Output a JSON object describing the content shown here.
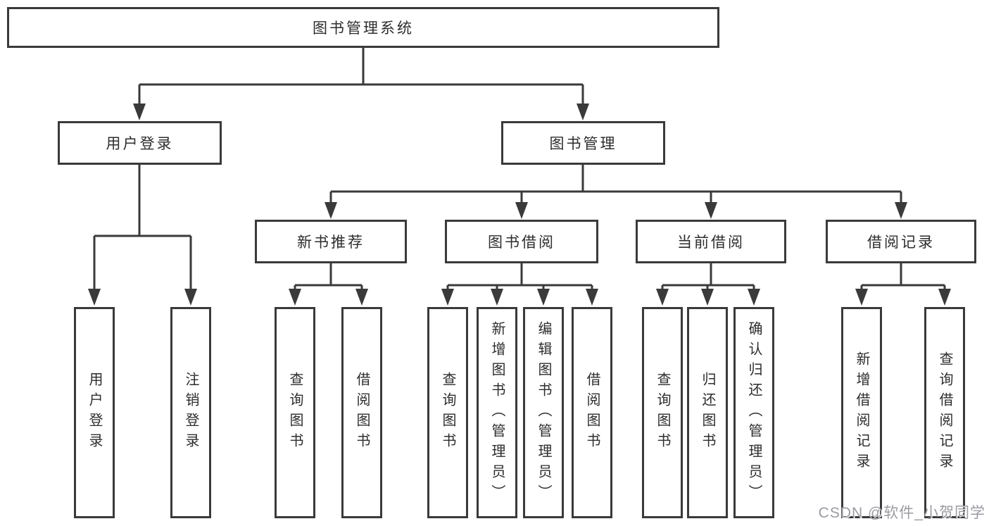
{
  "diagram": {
    "root": {
      "label": "图书管理系统"
    },
    "level2": {
      "user_login": {
        "label": "用户登录"
      },
      "book_management": {
        "label": "图书管理"
      }
    },
    "level3": {
      "new_book_recommend": {
        "label": "新书推荐"
      },
      "book_borrow": {
        "label": "图书借阅"
      },
      "current_borrow": {
        "label": "当前借阅"
      },
      "borrow_records": {
        "label": "借阅记录"
      }
    },
    "leaves": {
      "user_login_leaf": {
        "label": "用户登录"
      },
      "logout": {
        "label": "注销登录"
      },
      "query_books_1": {
        "label": "查询图书"
      },
      "borrow_books_1": {
        "label": "借阅图书"
      },
      "query_books_2": {
        "label": "查询图书"
      },
      "add_books_admin": {
        "label": "新增图书（管理员）"
      },
      "edit_books_admin": {
        "label": "编辑图书（管理员）"
      },
      "borrow_books_2": {
        "label": "借阅图书"
      },
      "query_books_3": {
        "label": "查询图书"
      },
      "return_books": {
        "label": "归还图书"
      },
      "confirm_return_admin": {
        "label": "确认归还（管理员）"
      },
      "add_borrow_record": {
        "label": "新增借阅记录"
      },
      "query_borrow_record": {
        "label": "查询借阅记录"
      }
    },
    "watermark": "CSDN @软件_小贺同学",
    "colors": {
      "line": "#3a3a3a",
      "text": "#2d2d2d",
      "watermark": "#9a9aa2",
      "background": "#ffffff"
    }
  }
}
